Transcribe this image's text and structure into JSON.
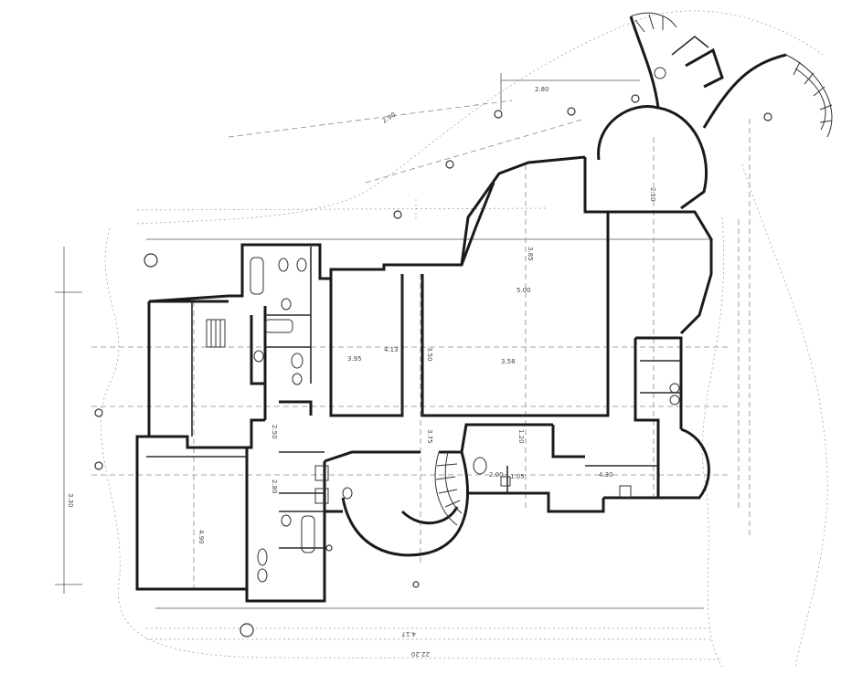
{
  "drawing": {
    "dimension_labels": [
      "2.80",
      "2.90",
      "5.00",
      "3.95",
      "4.13",
      "3.50",
      "3.58",
      "3.75",
      "2.50",
      "2.80",
      "4.30",
      "4.17",
      "22.20",
      "1.20",
      "2.00",
      "1.05",
      "3.85",
      "2.10",
      "4.90",
      "3.30"
    ]
  }
}
